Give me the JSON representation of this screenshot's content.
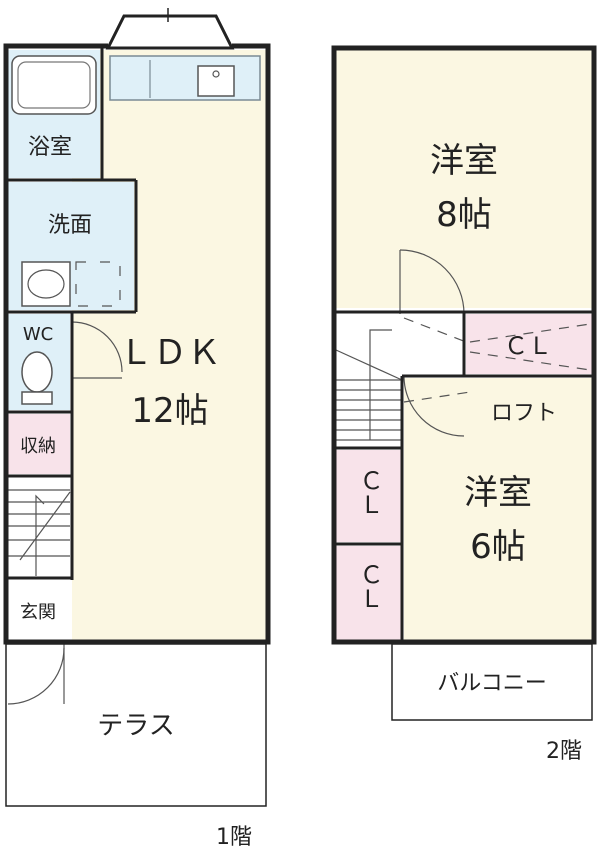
{
  "floor1": {
    "bath": "浴室",
    "washroom": "洗面",
    "wc": "WC",
    "ldk_name": "ＬＤＫ",
    "ldk_size": "12帖",
    "storage": "収納",
    "entrance": "玄関",
    "terrace": "テラス",
    "floor_label": "1階"
  },
  "floor2": {
    "room1_name": "洋室",
    "room1_size": "8帖",
    "closet_top": "ＣＬ",
    "loft": "ロフト",
    "room2_name": "洋室",
    "room2_size": "6帖",
    "closet_left1": "ＣＬ",
    "closet_left2": "ＣＬ",
    "balcony": "バルコニー",
    "floor_label": "2階"
  },
  "colors": {
    "floor": "#fbf7e2",
    "wet_area": "#dff0f8",
    "closet": "#f8e3ea",
    "wall": "#222222"
  }
}
